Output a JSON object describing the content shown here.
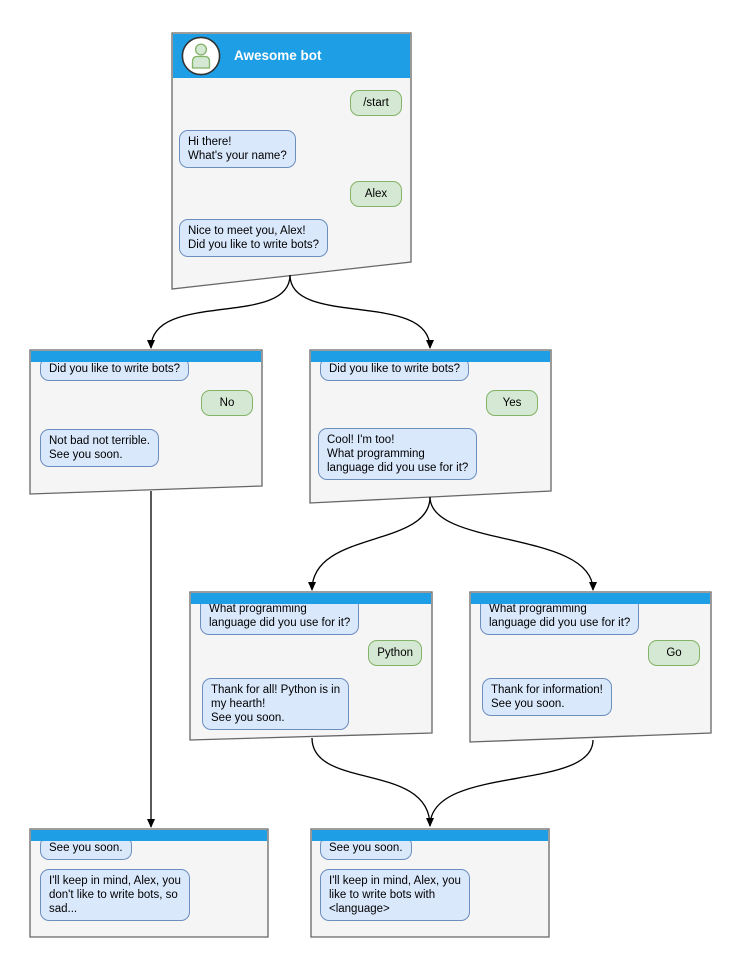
{
  "colors": {
    "header_blue": "#1E9EE4",
    "window_fill": "#F5F5F5",
    "window_border": "#666666",
    "bot_bubble_fill": "#DAE8FC",
    "bot_bubble_border": "#6C8EBF",
    "user_bubble_fill": "#D5E8D4",
    "user_bubble_border": "#82B366",
    "edge_color": "#000000"
  },
  "windows": {
    "start": {
      "title": "Awesome bot",
      "avatar_icon": "person-icon",
      "messages": {
        "command": "/start",
        "greeting": "Hi there!\nWhat's your name?",
        "user_name": "Alex",
        "question": "Nice to meet you, Alex!\nDid you like to write bots?"
      }
    },
    "no_branch": {
      "question": "Did you like to write bots?",
      "answer": "No",
      "reply": "Not bad not terrible.\nSee you soon."
    },
    "yes_branch": {
      "question": "Did you like to write bots?",
      "answer": "Yes",
      "reply": "Cool! I'm too!\nWhat programming\nlanguage did you use for it?"
    },
    "python_branch": {
      "question": "What programming\nlanguage did you use for it?",
      "answer": "Python",
      "reply": "Thank for all! Python is in\nmy hearth!\nSee you soon."
    },
    "go_branch": {
      "question": "What programming\nlanguage did you use for it?",
      "answer": "Go",
      "reply": "Thank for information!\nSee you soon."
    },
    "end_no": {
      "question": "See you soon.",
      "reply": "I'll keep in mind, Alex, you\ndon't like to write bots, so\nsad..."
    },
    "end_lang": {
      "question": "See you soon.",
      "reply": "I'll keep in mind, Alex, you\nlike to write bots with\n<language>"
    }
  },
  "edges": [
    {
      "from": "start",
      "to": "no_branch"
    },
    {
      "from": "start",
      "to": "yes_branch"
    },
    {
      "from": "no_branch",
      "to": "end_no"
    },
    {
      "from": "yes_branch",
      "to": "python_branch"
    },
    {
      "from": "yes_branch",
      "to": "go_branch"
    },
    {
      "from": "python_branch",
      "to": "end_lang"
    },
    {
      "from": "go_branch",
      "to": "end_lang"
    }
  ]
}
